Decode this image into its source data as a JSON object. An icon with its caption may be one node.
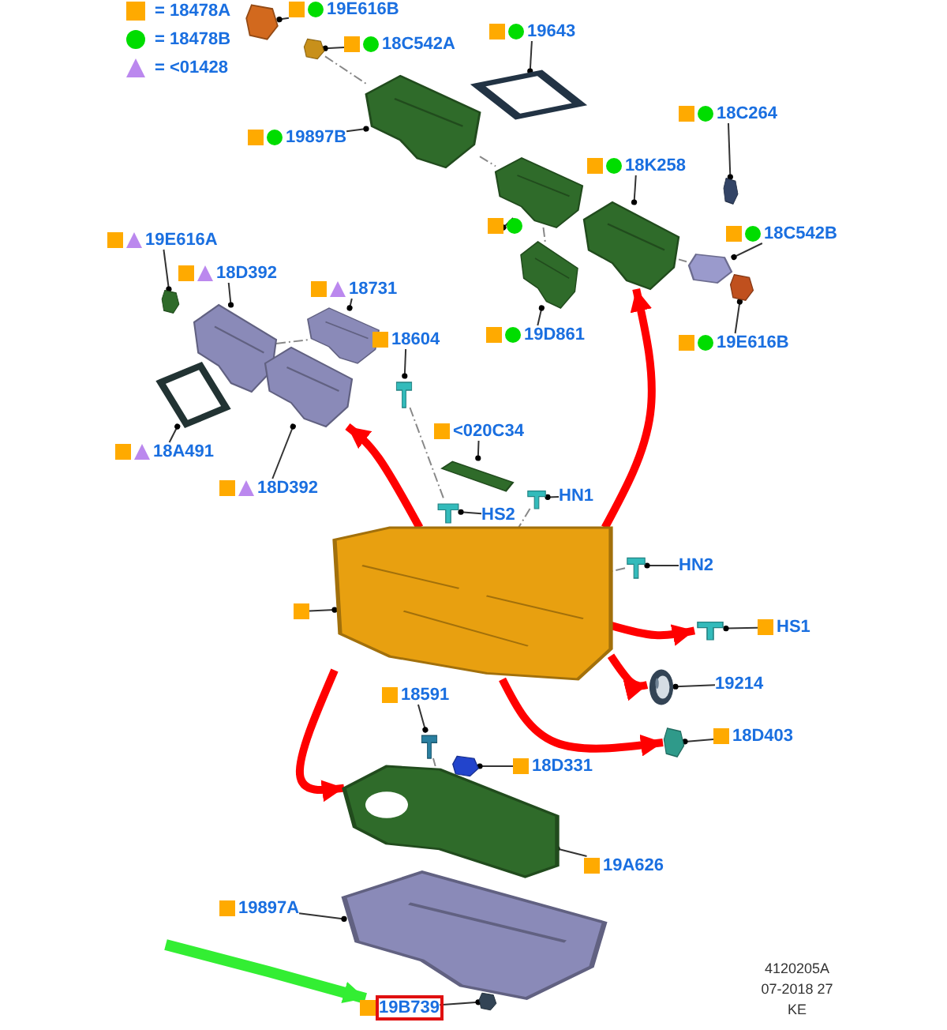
{
  "diagram": {
    "nodes": [
      {
        "text": [
          "19E616B"
        ]
      },
      {
        "text": [],
        "shape": "picture"
      },
      {
        "text": [
          "18C542A"
        ]
      },
      {
        "text": [],
        "shape": "picture"
      },
      {
        "text": [
          "19643"
        ]
      },
      {
        "text": [],
        "shape": "picture"
      },
      {
        "text": [
          "19897B"
        ]
      },
      {
        "text": [],
        "shape": "picture"
      },
      {
        "text": [
          "18C264"
        ]
      },
      {
        "text": [],
        "shape": "picture"
      },
      {
        "text": [
          "18K258"
        ]
      },
      {
        "text": [],
        "shape": "picture"
      },
      {
        "text": [],
        "shape": "box"
      },
      {
        "text": [],
        "shape": "picture"
      },
      {
        "text": [
          "18C542B"
        ]
      },
      {
        "text": [],
        "shape": "picture"
      },
      {
        "text": [
          "19D861"
        ]
      },
      {
        "text": [],
        "shape": "picture"
      },
      {
        "text": [
          "19E616B"
        ]
      },
      {
        "text": [],
        "shape": "picture"
      },
      {
        "text": [
          "19E616A"
        ]
      },
      {
        "text": [],
        "shape": "picture"
      },
      {
        "text": [
          "18D392"
        ]
      },
      {
        "text": [],
        "shape": "picture"
      },
      {
        "text": [
          "18731"
        ]
      },
      {
        "text": [],
        "shape": "picture"
      },
      {
        "text": [
          "18604"
        ]
      },
      {
        "text": [],
        "shape": "picture"
      },
      {
        "text": [
          "18A491"
        ]
      },
      {
        "text": [],
        "shape": "picture"
      },
      {
        "text": [
          "18D392"
        ]
      },
      {
        "text": [],
        "shape": "picture"
      },
      {
        "text": [
          "<020C34"
        ]
      },
      {
        "text": [],
        "shape": "picture"
      },
      {
        "text": [
          "HS2"
        ]
      },
      {
        "text": [],
        "shape": "picture"
      },
      {
        "text": [
          "HN1"
        ]
      },
      {
        "text": [],
        "shape": "picture"
      },
      {
        "text": [
          "HN2"
        ]
      },
      {
        "text": [],
        "shape": "picture"
      },
      {
        "text": [],
        "shape": "box"
      },
      {
        "text": [],
        "shape": "picture"
      },
      {
        "text": [
          "HS1"
        ]
      },
      {
        "text": [],
        "shape": "picture"
      },
      {
        "text": [
          "19214"
        ]
      },
      {
        "text": [],
        "shape": "picture"
      },
      {
        "text": [
          "18D403"
        ]
      },
      {
        "text": [],
        "shape": "picture"
      },
      {
        "text": [
          "18591"
        ]
      },
      {
        "text": [],
        "shape": "picture"
      },
      {
        "text": [
          "18D331"
        ]
      },
      {
        "text": [],
        "shape": "picture"
      },
      {
        "text": [
          "19A626"
        ]
      },
      {
        "text": [],
        "shape": "picture"
      },
      {
        "text": [
          "19897A"
        ]
      },
      {
        "text": [],
        "shape": "picture"
      },
      {
        "text": [
          "19B739"
        ]
      },
      {
        "text": [],
        "shape": "picture"
      }
    ],
    "edges": [
      {
        "from": 0,
        "to": 1,
        "arrow": "other"
      },
      {
        "from": 2,
        "to": 3,
        "arrow": "other"
      },
      {
        "from": 4,
        "to": 5,
        "arrow": "other"
      },
      {
        "from": 6,
        "to": 7,
        "arrow": "other"
      },
      {
        "from": 8,
        "to": 9,
        "arrow": "other"
      },
      {
        "from": 10,
        "to": 11,
        "arrow": "other"
      },
      {
        "from": 12,
        "to": 13,
        "arrow": "other"
      },
      {
        "from": 14,
        "to": 15,
        "arrow": "other"
      },
      {
        "from": 16,
        "to": 17,
        "arrow": "other"
      },
      {
        "from": 18,
        "to": 19,
        "arrow": "other"
      },
      {
        "from": 20,
        "to": 21,
        "arrow": "other"
      },
      {
        "from": 22,
        "to": 23,
        "arrow": "other"
      },
      {
        "from": 24,
        "to": 25,
        "arrow": "other"
      },
      {
        "from": 26,
        "to": 27,
        "arrow": "other"
      },
      {
        "from": 28,
        "to": 29,
        "arrow": "other"
      },
      {
        "from": 30,
        "to": 31,
        "arrow": "other"
      },
      {
        "from": 32,
        "to": 33,
        "arrow": "other"
      },
      {
        "from": 34,
        "to": 35,
        "arrow": "other"
      },
      {
        "from": 36,
        "to": 37,
        "arrow": "other"
      },
      {
        "from": 38,
        "to": 39,
        "arrow": "other"
      },
      {
        "from": 40,
        "to": 41,
        "arrow": "other"
      },
      {
        "from": 42,
        "to": 43,
        "arrow": "other"
      },
      {
        "from": 44,
        "to": 45,
        "arrow": "other"
      },
      {
        "from": 46,
        "to": 47,
        "arrow": "other"
      },
      {
        "from": 48,
        "to": 49,
        "arrow": "other"
      },
      {
        "from": 50,
        "to": 51,
        "arrow": "other"
      },
      {
        "from": 52,
        "to": 53,
        "arrow": "other"
      },
      {
        "from": 54,
        "to": 55,
        "arrow": "other"
      },
      {
        "from": 56,
        "to": 57,
        "arrow": "other"
      },
      {
        "from": 41,
        "to": 31,
        "arrow": "to",
        "style": "thick",
        "color": "#ff0000"
      },
      {
        "from": 41,
        "to": 11,
        "arrow": "to",
        "style": "thick",
        "color": "#ff0000"
      },
      {
        "from": 41,
        "to": 43,
        "arrow": "to",
        "style": "thick",
        "color": "#ff0000"
      },
      {
        "from": 41,
        "to": 45,
        "arrow": "to",
        "style": "thick",
        "color": "#ff0000"
      },
      {
        "from": 41,
        "to": 47,
        "arrow": "to",
        "style": "thick",
        "color": "#ff0000"
      },
      {
        "from": 41,
        "to": 53,
        "arrow": "to",
        "style": "thick",
        "color": "#ff0000"
      },
      {
        "from": null,
        "to": 56,
        "arrow": "to",
        "style": "thick",
        "color": "#33ee33"
      },
      {
        "from": 3,
        "to": 7,
        "arrow": "none",
        "style": "dashed",
        "color": "#888888"
      },
      {
        "from": 7,
        "to": 13,
        "arrow": "none",
        "style": "dashed",
        "color": "#888888"
      },
      {
        "from": 13,
        "to": 17,
        "arrow": "none",
        "style": "dashed",
        "color": "#888888"
      },
      {
        "from": 11,
        "to": 15,
        "arrow": "none",
        "style": "dashed",
        "color": "#888888"
      },
      {
        "from": 23,
        "to": 25,
        "arrow": "none",
        "style": "dashed",
        "color": "#888888"
      },
      {
        "from": 27,
        "to": 35,
        "arrow": "none",
        "style": "dashed",
        "color": "#888888"
      },
      {
        "from": 37,
        "to": 41,
        "arrow": "none",
        "style": "dashed",
        "color": "#888888"
      },
      {
        "from": 39,
        "to": 41,
        "arrow": "none",
        "style": "dashed",
        "color": "#888888"
      },
      {
        "from": 49,
        "to": 53,
        "arrow": "none",
        "style": "dashed",
        "color": "#888888"
      }
    ],
    "labels": [
      "4120205A",
      "07-2018 27",
      "KE"
    ],
    "legend": [
      {
        "text": "= 18478A",
        "color": "#ffaa00"
      },
      {
        "text": "= 18478B",
        "color": "#00dd00"
      },
      {
        "text": "= <01428",
        "color": "#bb88ee"
      }
    ]
  }
}
